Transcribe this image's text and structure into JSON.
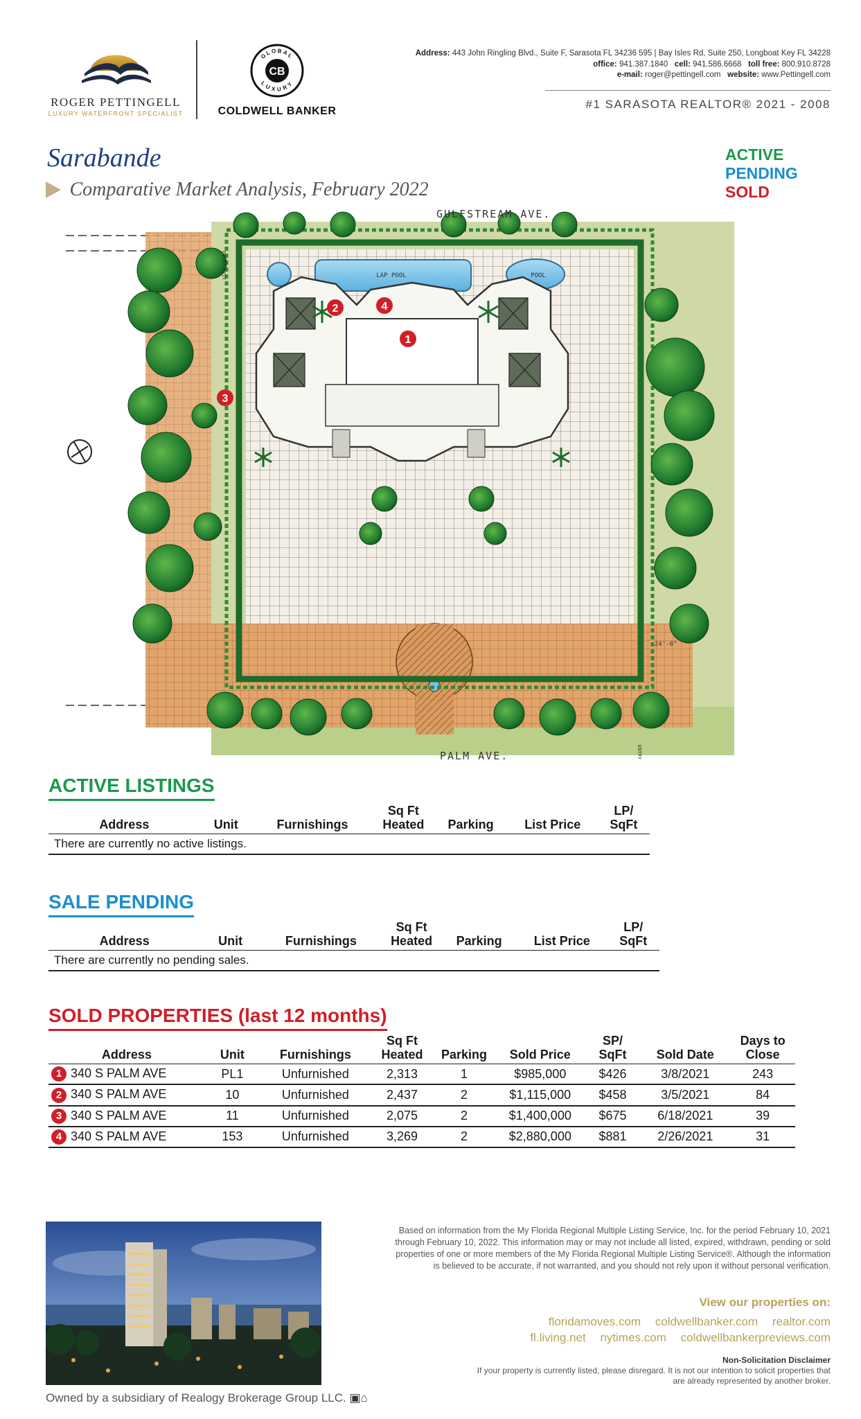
{
  "header": {
    "agent_name": "ROGER PETTINGELL",
    "agent_tagline": "LUXURY WATERFRONT SPECIALIST",
    "brokerage": "COLDWELL BANKER",
    "seal_top": "GLOBAL",
    "seal_bottom": "LUXURY",
    "seal_mark": "CB",
    "address_label": "Address:",
    "address": "443 John Ringling Blvd., Suite F,  Sarasota FL 34236 595 | Bay Isles Rd, Suite 250, Longboat Key FL 34228",
    "office_label": "office:",
    "office": "941.387.1840",
    "cell_label": "cell:",
    "cell": "941.586.6668",
    "tollfree_label": "toll free:",
    "tollfree": "800.910.8728",
    "email_label": "e-mail:",
    "email": "roger@pettingell.com",
    "website_label": "website:",
    "website": "www.Pettingell.com",
    "realtor_line": "#1 SARASOTA REALTOR® 2021 - 2008"
  },
  "title": "Sarabande",
  "subtitle": "Comparative Market Analysis, February 2022",
  "legend": [
    {
      "label": "ACTIVE",
      "color": "#1a9a4a"
    },
    {
      "label": "PENDING",
      "color": "#1a8fd0"
    },
    {
      "label": "SOLD",
      "color": "#d01f28"
    }
  ],
  "site_plan": {
    "street_top": "GULFSTREAM AVE.",
    "street_bottom": "PALM AVE.",
    "lap_pool": "LAP POOL",
    "pool": "POOL",
    "entry_top": "ENTRY EXIT",
    "entry_bottom": "ENTRY",
    "dimension": "24'-0\"",
    "markers": [
      "1",
      "2",
      "3",
      "4"
    ]
  },
  "active": {
    "title": "ACTIVE LISTINGS",
    "color": "#1a9a4a",
    "columns": [
      "Address",
      "Unit",
      "Furnishings",
      "Sq Ft Heated",
      "Parking",
      "List Price",
      "LP/ SqFt"
    ],
    "empty": "There are currently no active listings."
  },
  "pending": {
    "title": "SALE PENDING",
    "color": "#1a8fd0",
    "columns": [
      "Address",
      "Unit",
      "Furnishings",
      "Sq Ft Heated",
      "Parking",
      "List Price",
      "LP/ SqFt"
    ],
    "empty": "There are currently no pending sales."
  },
  "sold": {
    "title": "SOLD PROPERTIES (last 12 months)",
    "color": "#d01f28",
    "columns": [
      "Address",
      "Unit",
      "Furnishings",
      "Sq Ft Heated",
      "Parking",
      "Sold Price",
      "SP/ SqFt",
      "Sold Date",
      "Days to Close"
    ],
    "rows": [
      {
        "num": "1",
        "address": "340 S PALM AVE",
        "unit": "PL1",
        "furnishings": "Unfurnished",
        "sqft": "2,313",
        "parking": "1",
        "price": "$985,000",
        "ppsf": "$426",
        "date": "3/8/2021",
        "days": "243"
      },
      {
        "num": "2",
        "address": "340 S PALM AVE",
        "unit": "10",
        "furnishings": "Unfurnished",
        "sqft": "2,437",
        "parking": "2",
        "price": "$1,115,000",
        "ppsf": "$458",
        "date": "3/5/2021",
        "days": "84"
      },
      {
        "num": "3",
        "address": "340 S PALM AVE",
        "unit": "11",
        "furnishings": "Unfurnished",
        "sqft": "2,075",
        "parking": "2",
        "price": "$1,400,000",
        "ppsf": "$675",
        "date": "6/18/2021",
        "days": "39"
      },
      {
        "num": "4",
        "address": "340 S PALM AVE",
        "unit": "153",
        "furnishings": "Unfurnished",
        "sqft": "3,269",
        "parking": "2",
        "price": "$2,880,000",
        "ppsf": "$881",
        "date": "2/26/2021",
        "days": "31"
      }
    ]
  },
  "footer": {
    "disclaimer": "Based on information from the My Florida Regional Multiple Listing Service, Inc. for the period February 10, 2021 through February 10, 2022. This information may or may not include all listed, expired, withdrawn, pending or sold properties of one or more members of the My Florida Regional Multiple Listing Service®.  Although the information is believed to be accurate, if not warranted, and you should not rely upon it without personal verification.",
    "view_title": "View our properties on:",
    "links_row1": [
      "floridamoves.com",
      "coldwellbanker.com",
      "realtor.com"
    ],
    "links_row2": [
      "fl.living.net",
      "nytimes.com",
      "coldwellbankerpreviews.com"
    ],
    "ns_title": "Non-Solicitation Disclaimer",
    "ns_text": "If your property is currently listed, please disregard. It is not our intention to solicit properties that are already represented by another broker.",
    "owned": "Owned by a subsidiary of Realogy Brokerage Group LLC."
  }
}
